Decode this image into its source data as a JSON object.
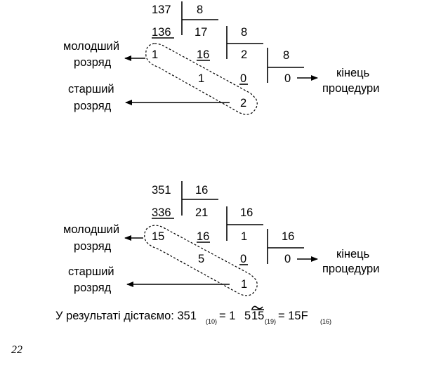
{
  "diagram1": {
    "dividend": "137",
    "divisor1": "8",
    "product1": "136",
    "quotient1": "17",
    "divisor2": "8",
    "remainder1": "1",
    "product2": "16",
    "quotient2": "2",
    "divisor3": "8",
    "remainder2": "1",
    "product3": "0",
    "quotient3": "0",
    "remainder3": "2",
    "label_low": [
      "молодший",
      "розряд"
    ],
    "label_high": [
      "старший",
      "розряд"
    ],
    "label_end": [
      "кінець",
      "процедури"
    ]
  },
  "diagram2": {
    "dividend": "351",
    "divisor1": "16",
    "product1": "336",
    "quotient1": "21",
    "divisor2": "16",
    "remainder1": "15",
    "product2": "16",
    "quotient2": "1",
    "divisor3": "16",
    "remainder2": "5",
    "product3": "0",
    "quotient3": "0",
    "remainder3": "1",
    "label_low": [
      "молодший",
      "розряд"
    ],
    "label_high": [
      "старший",
      "розряд"
    ],
    "label_end": [
      "кінець",
      "процедури"
    ]
  },
  "result": {
    "prefix": "У результаті дістаємо: 351",
    "sub1": "(10)",
    "eq1": " = 1",
    "arc1": "5",
    "over_digits": "15",
    "sub2": "(19)",
    "eq2": " = 15F",
    "sub3": "(16)"
  },
  "page_number": "22"
}
